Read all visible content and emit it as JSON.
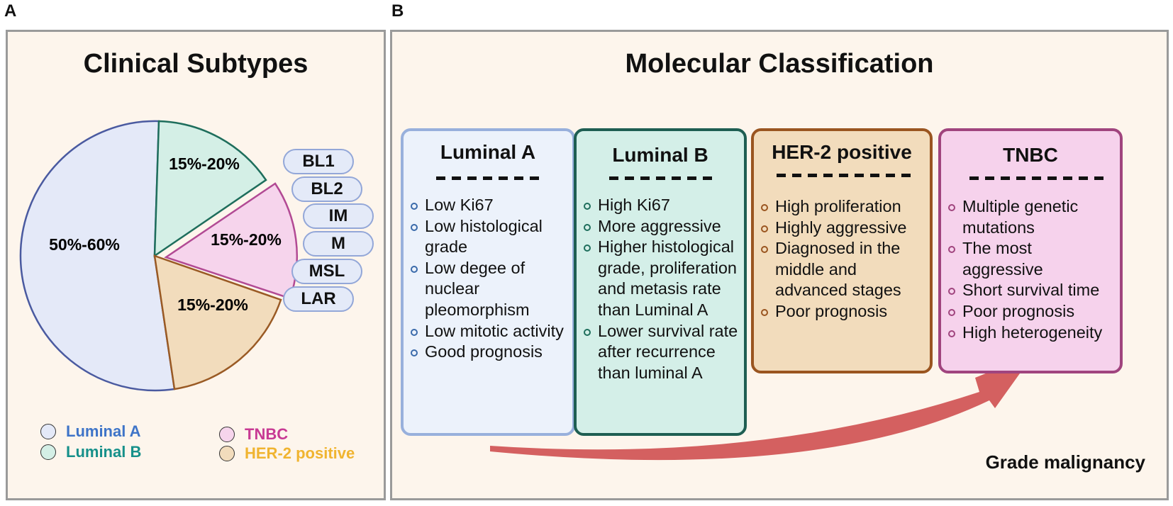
{
  "panel_a": {
    "letter": "A",
    "title": "Clinical Subtypes",
    "slices": [
      {
        "key": "luminal_a",
        "label": "50%-60%",
        "fill": "#e4e9f8",
        "stroke": "#4a5aa0"
      },
      {
        "key": "luminal_b",
        "label": "15%-20%",
        "fill": "#d4efe6",
        "stroke": "#1e6e5c"
      },
      {
        "key": "tnbc",
        "label": "15%-20%",
        "fill": "#f6d4ec",
        "stroke": "#b24a94"
      },
      {
        "key": "her2",
        "label": "15%-20%",
        "fill": "#f2dcbc",
        "stroke": "#9a5a24"
      }
    ],
    "tnbc_subtypes": [
      "BL1",
      "BL2",
      "IM",
      "M",
      "MSL",
      "LAR"
    ],
    "legend": [
      {
        "label": "Luminal A",
        "color": "#3e74c8",
        "dot": "#e4e9f8"
      },
      {
        "label": "Luminal B",
        "color": "#16908a",
        "dot": "#d4efe6"
      },
      {
        "label": "TNBC",
        "color": "#c83a94",
        "dot": "#f6d4ec"
      },
      {
        "label": "HER-2 positive",
        "color": "#f0b430",
        "dot": "#f2dcbc"
      }
    ]
  },
  "panel_b": {
    "letter": "B",
    "title": "Molecular Classification",
    "boxes": [
      {
        "key": "luminal_a",
        "title": "Luminal A",
        "border": "#98b0dc",
        "fill": "#ecf2fb",
        "bullet": "#3a6aaa",
        "items": [
          "Low Ki67",
          "Low histological grade",
          "Low degee of nuclear pleomorphism",
          "Low mitotic activity",
          "Good prognosis"
        ]
      },
      {
        "key": "luminal_b",
        "title": "Luminal B",
        "border": "#1e5e52",
        "fill": "#d4efe8",
        "bullet": "#1e6e5c",
        "items": [
          "High Ki67",
          "More aggressive",
          "Higher histological grade, proliferation and metasis rate than Luminal A",
          "Lower survival rate after recurrence than luminal A"
        ]
      },
      {
        "key": "her2",
        "title": "HER-2 positive",
        "border": "#9a5520",
        "fill": "#f2dcbc",
        "bullet": "#9a5520",
        "items": [
          "High proliferation",
          "Highly aggressive",
          "Diagnosed in the middle and advanced stages",
          "Poor prognosis"
        ]
      },
      {
        "key": "tnbc",
        "title": "TNBC",
        "border": "#a0447e",
        "fill": "#f6d2ec",
        "bullet": "#a0447e",
        "items": [
          "Multiple genetic mutations",
          "The most aggressive",
          "Short survival time",
          "Poor prognosis",
          "High heterogeneity"
        ]
      }
    ],
    "arrow_label": "Grade malignancy",
    "arrow_color": "#d46060"
  }
}
